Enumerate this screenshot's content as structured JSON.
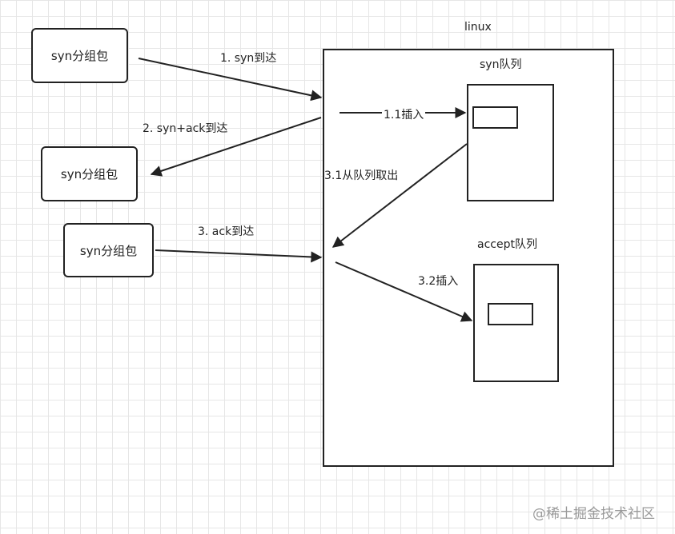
{
  "linux_label": "linux",
  "senders": [
    {
      "label": "syn分组包"
    },
    {
      "label": "syn分组包"
    },
    {
      "label": "syn分组包"
    }
  ],
  "queues": {
    "syn_queue": "syn队列",
    "accept_queue": "accept队列"
  },
  "steps": {
    "s1": "1. syn到达",
    "s1_1": "1.1插入",
    "s2": "2. syn+ack到达",
    "s3": "3. ack到达",
    "s3_1": "3.1从队列取出",
    "s3_2": "3.2插入"
  },
  "watermark": "@稀土掘金技术社区"
}
